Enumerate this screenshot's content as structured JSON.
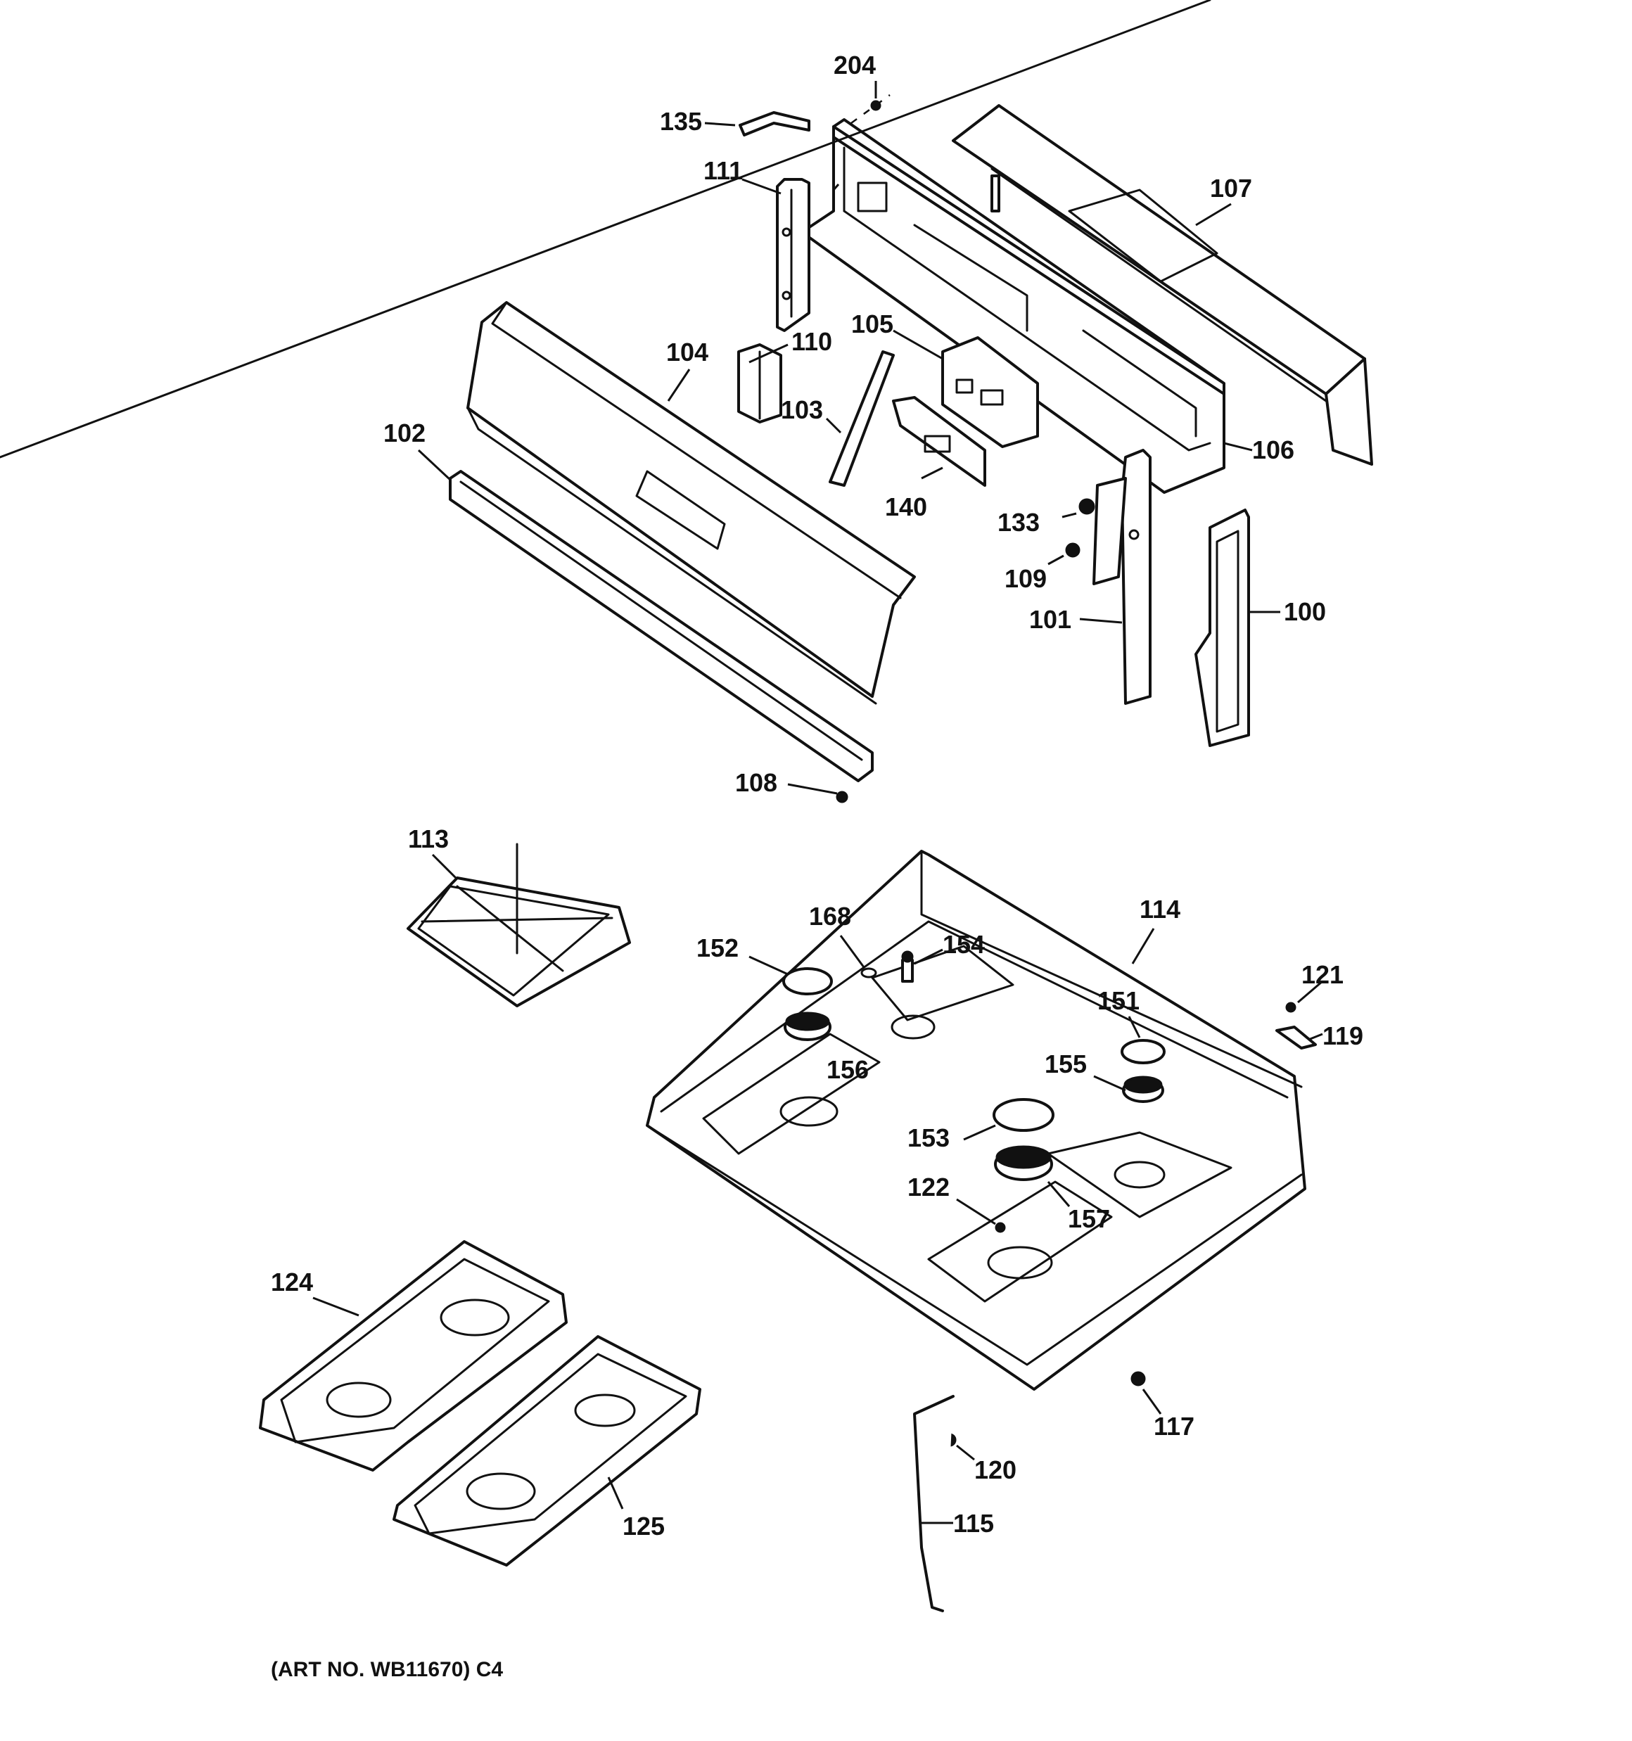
{
  "diagram": {
    "callouts": {
      "c100": "100",
      "c101": "101",
      "c102": "102",
      "c103": "103",
      "c104": "104",
      "c105": "105",
      "c106": "106",
      "c107": "107",
      "c108": "108",
      "c109": "109",
      "c110": "110",
      "c111": "111",
      "c113": "113",
      "c114": "114",
      "c115": "115",
      "c117": "117",
      "c119": "119",
      "c120": "120",
      "c121": "121",
      "c122": "122",
      "c124": "124",
      "c125": "125",
      "c133": "133",
      "c135": "135",
      "c140": "140",
      "c151": "151",
      "c152": "152",
      "c153": "153",
      "c154": "154",
      "c155": "155",
      "c156": "156",
      "c157": "157",
      "c168": "168",
      "c204": "204"
    },
    "art_number": "(ART NO. WB11670) C4"
  }
}
